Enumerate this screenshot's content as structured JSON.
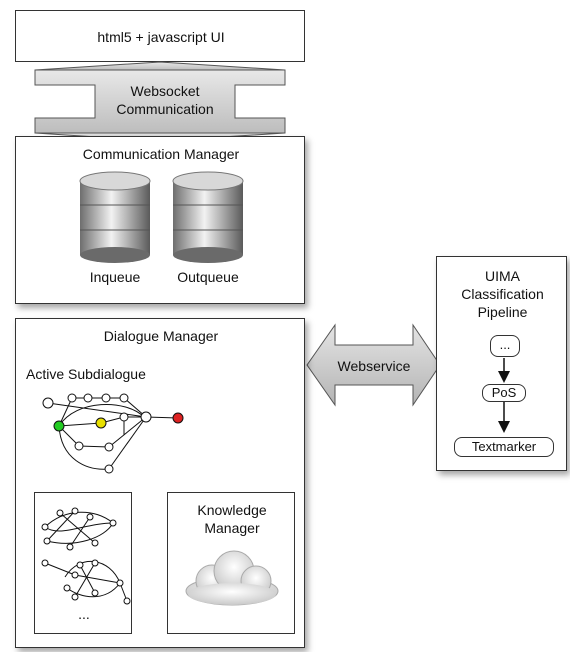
{
  "ui_box": {
    "label": "html5 + javascript UI"
  },
  "websocket_arrow": {
    "label_line1": "Websocket",
    "label_line2": "Communication"
  },
  "comm_manager": {
    "title": "Communication Manager",
    "inqueue": "Inqueue",
    "outqueue": "Outqueue"
  },
  "dialogue_manager": {
    "title": "Dialogue Manager",
    "active_subdialogue": "Active Subdialogue",
    "ellipsis": "...",
    "knowledge_manager_line1": "Knowledge",
    "knowledge_manager_line2": "Manager"
  },
  "webservice_arrow": {
    "label": "Webservice"
  },
  "uima": {
    "title_line1": "UIMA",
    "title_line2": "Classification",
    "title_line3": "Pipeline",
    "nodes": [
      "...",
      "PoS",
      "Textmarker"
    ]
  },
  "colors": {
    "start_node": "#22cc22",
    "mid_node": "#e8e000",
    "end_node": "#dd2222",
    "arrow_fill": "#d0d0d0"
  }
}
